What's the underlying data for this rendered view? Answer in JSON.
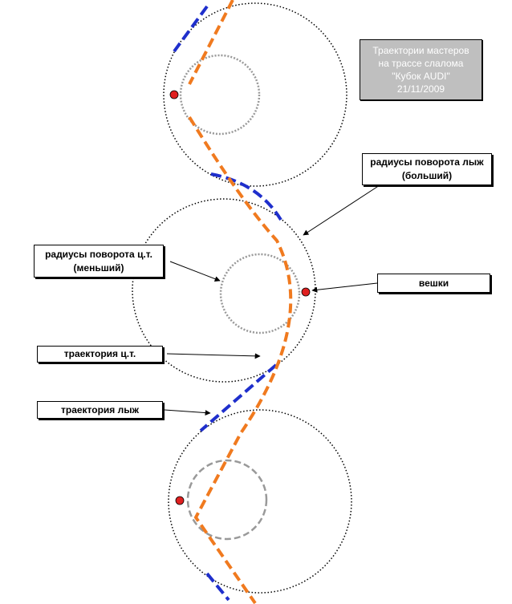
{
  "title_box": {
    "lines": [
      "Траектории  мастеров",
      "на трассе слалома",
      "\"Кубок AUDI\"",
      "21/11/2009"
    ]
  },
  "labels": {
    "ski_radius": [
      "радиусы поворота лыж",
      "(больший)"
    ],
    "cg_radius": [
      "радиусы поворота ц.т.",
      "(меньший)"
    ],
    "gates": "вешки",
    "cg_path": "траектория ц.т.",
    "ski_path": "траектория лыж"
  },
  "colors": {
    "ski_path": "#1f2fcc",
    "cg_path": "#f07a1f",
    "gate": "#e02020",
    "outer_circle": "#000000",
    "inner_circle": "#999999"
  }
}
